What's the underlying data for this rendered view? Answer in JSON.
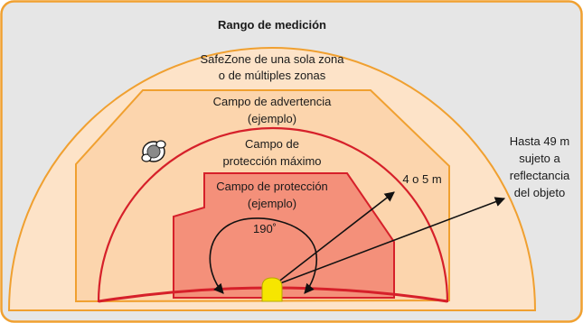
{
  "title": "Rango de medición",
  "labels": {
    "safezone_line1": "SafeZone de una sola zona",
    "safezone_line2": "o de múltiples zonas",
    "warning_line1": "Campo de advertencia",
    "warning_line2": "(ejemplo)",
    "max_protection_line1": "Campo de",
    "max_protection_line2": "protección máximo",
    "protection_line1": "Campo de protección",
    "protection_line2": "(ejemplo)",
    "angle": "190˚",
    "distance_short": "4 o 5 m",
    "range_line1": "Hasta 49 m",
    "range_line2": "sujeto a",
    "range_line3": "reflectancia",
    "range_line4": "del objeto"
  },
  "icons": {
    "person": "person-top-view-icon",
    "scanner": "scanner-icon"
  },
  "colors": {
    "border": "#f0a030",
    "background": "#e6e6e6",
    "measurement_zone": "#fde3c8",
    "warning_field": "#fcd5ad",
    "max_protection_line": "#d6202a",
    "protection_field": "#f4907a",
    "scanner": "#f6e600"
  }
}
